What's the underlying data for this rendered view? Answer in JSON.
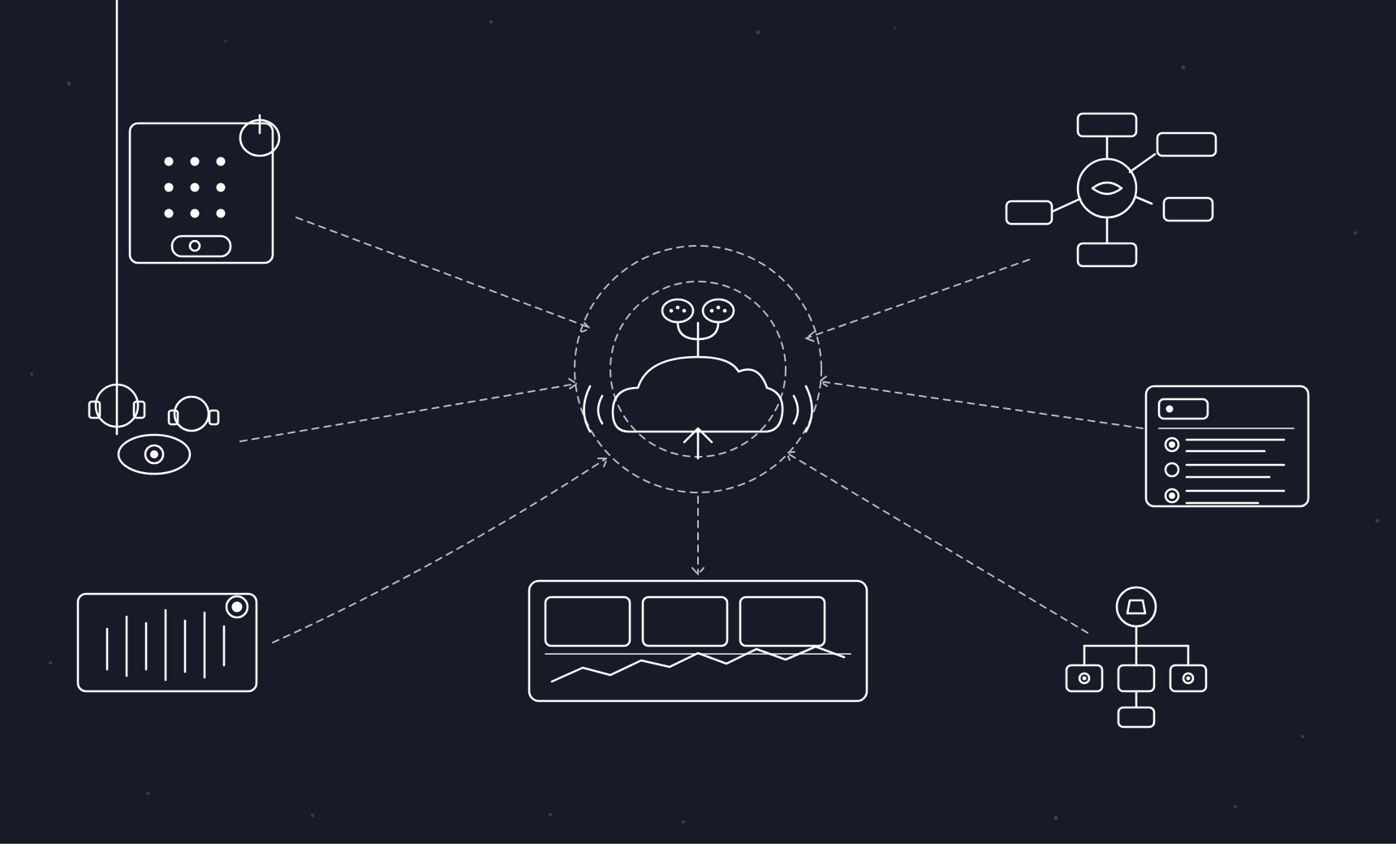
{
  "colors": {
    "background": "#181a28",
    "line": "#ffffff",
    "connector": "#b9bbc6",
    "star": "#3a3d52"
  },
  "hub": {
    "icon": "cloud-upload-icon",
    "top_icon": "twin-chat-bubbles-icon"
  },
  "nodes": [
    {
      "id": "keypad-device",
      "icon": "keypad-panel-icon"
    },
    {
      "id": "people-eye",
      "icon": "headset-users-with-eye-icon"
    },
    {
      "id": "audio-panel",
      "icon": "waveform-panel-icon"
    },
    {
      "id": "dashboard",
      "icon": "dashboard-chart-icon"
    },
    {
      "id": "mind-map",
      "icon": "eye-network-icon"
    },
    {
      "id": "checklist",
      "icon": "radio-list-window-icon"
    },
    {
      "id": "org-tree",
      "icon": "hierarchy-tree-icon"
    }
  ]
}
